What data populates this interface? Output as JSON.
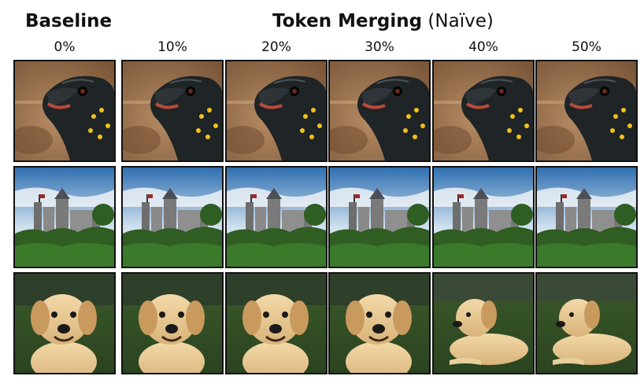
{
  "header": {
    "baseline": "Baseline",
    "merge_bold": "Token Merging",
    "merge_light": "(Naïve)"
  },
  "percentages": [
    "0%",
    "10%",
    "20%",
    "30%",
    "40%",
    "50%"
  ],
  "rows": [
    {
      "subject": "lizard-photo"
    },
    {
      "subject": "castle-photo"
    },
    {
      "subject": "dog-photo"
    }
  ]
}
